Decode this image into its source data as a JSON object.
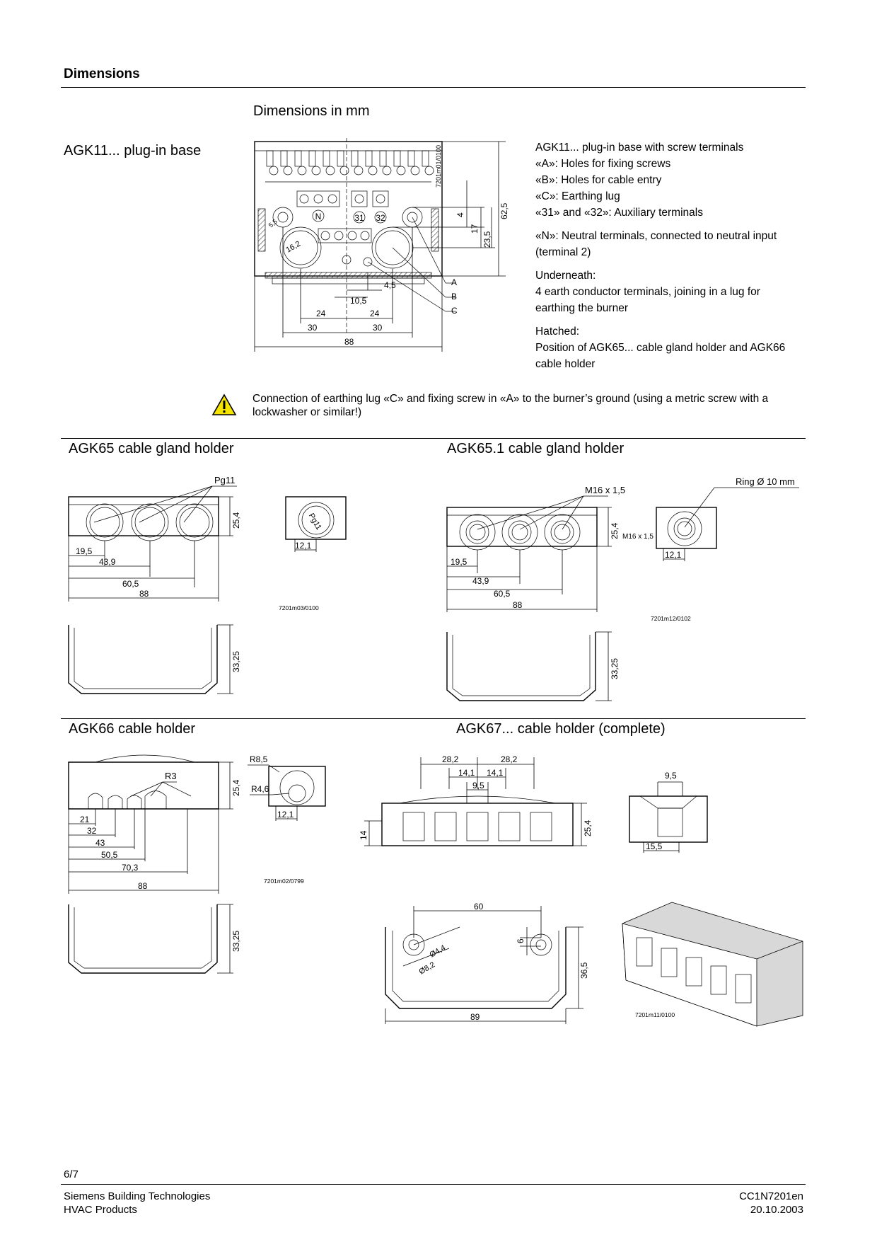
{
  "header": {
    "title": "Dimensions"
  },
  "intro": {
    "units": "Dimensions in mm"
  },
  "agk11": {
    "title": "AGK11... plug-in base",
    "drawing_code": "7201m01/0100",
    "labels": {
      "N": "N",
      "t31": "31",
      "t32": "32",
      "A": "A",
      "B": "B",
      "C": "C"
    },
    "dims": {
      "d4": "4",
      "d17": "17",
      "d23_5": "23,5",
      "d62_5": "62,5",
      "d4_5": "4,5",
      "d10_5": "10,5",
      "d24a": "24",
      "d24b": "24",
      "d30a": "30",
      "d30b": "30",
      "d88": "88",
      "d16_2": "16,2",
      "d5_5": "5,5"
    },
    "description": [
      "AGK11... plug-in base with screw terminals",
      "«A»: Holes for fixing screws",
      "«B»: Holes for cable entry",
      "«C»: Earthing lug",
      "«31» and «32»: Auxiliary terminals"
    ],
    "neutral": [
      "«N»: Neutral terminals, connected to neutral input",
      "(terminal 2)"
    ],
    "underneath": [
      "Underneath:",
      "4 earth conductor terminals, joining in a lug for",
      "earthing the burner"
    ],
    "hatched": [
      "Hatched:",
      "Position of AGK65... cable gland holder and AGK66",
      "cable holder"
    ]
  },
  "warning": {
    "icon": "warning-triangle-icon",
    "color": "#f5e400",
    "line1": "Connection of earthing lug «C» and fixing screw in «A» to the burner’s ground (using a metric screw with a",
    "line2": "lockwasher or similar!)"
  },
  "agk65": {
    "title": "AGK65 cable gland holder",
    "thread": "Pg11",
    "side_thread": "Pg11",
    "drawing_code": "7201m03/0100",
    "dims": {
      "h": "25,4",
      "side_w": "12,1",
      "d1": "19,5",
      "d2": "43,9",
      "d3": "60,5",
      "d4": "88",
      "h2": "33,25"
    }
  },
  "agk651": {
    "title": "AGK65.1 cable gland holder",
    "thread": "M16 x 1,5",
    "side_thread": "M16 x 1,5",
    "ring": "Ring Ø 10 mm",
    "drawing_code": "7201m12/0102",
    "dims": {
      "h": "25,4",
      "side_w": "12,1",
      "d1": "19,5",
      "d2": "43,9",
      "d3": "60,5",
      "d4": "88",
      "h2": "33,25"
    }
  },
  "agk66": {
    "title": "AGK66 cable holder",
    "radius": "R3",
    "drawing_code": "7201m02/0799",
    "dims": {
      "h": "25,4",
      "r8_5": "R8,5",
      "r4_6": "R4,6",
      "side_w": "12,1",
      "d21": "21",
      "d32": "32",
      "d43": "43",
      "d50_5": "50,5",
      "d70_3": "70,3",
      "d88": "88",
      "h2": "33,25"
    }
  },
  "agk67": {
    "title": "AGK67... cable holder (complete)",
    "drawing_code": "7201m11/0100",
    "dims": {
      "a28_2": "28,2",
      "b28_2": "28,2",
      "a14_1": "14,1",
      "b14_1": "14,1",
      "d9_5": "9,5",
      "h14": "14",
      "h25_4": "25,4",
      "s9_5": "9,5",
      "s15_5": "15,5",
      "d60": "60",
      "d6": "6",
      "phi4_4": "Ø4,4",
      "phi8_2": "Ø8,2",
      "h36_5": "36,5",
      "d89": "89"
    }
  },
  "footer": {
    "page": "6/7",
    "company": "Siemens Building Technologies",
    "division": "HVAC Products",
    "doc_id": "CC1N7201en",
    "date": "20.10.2003"
  }
}
